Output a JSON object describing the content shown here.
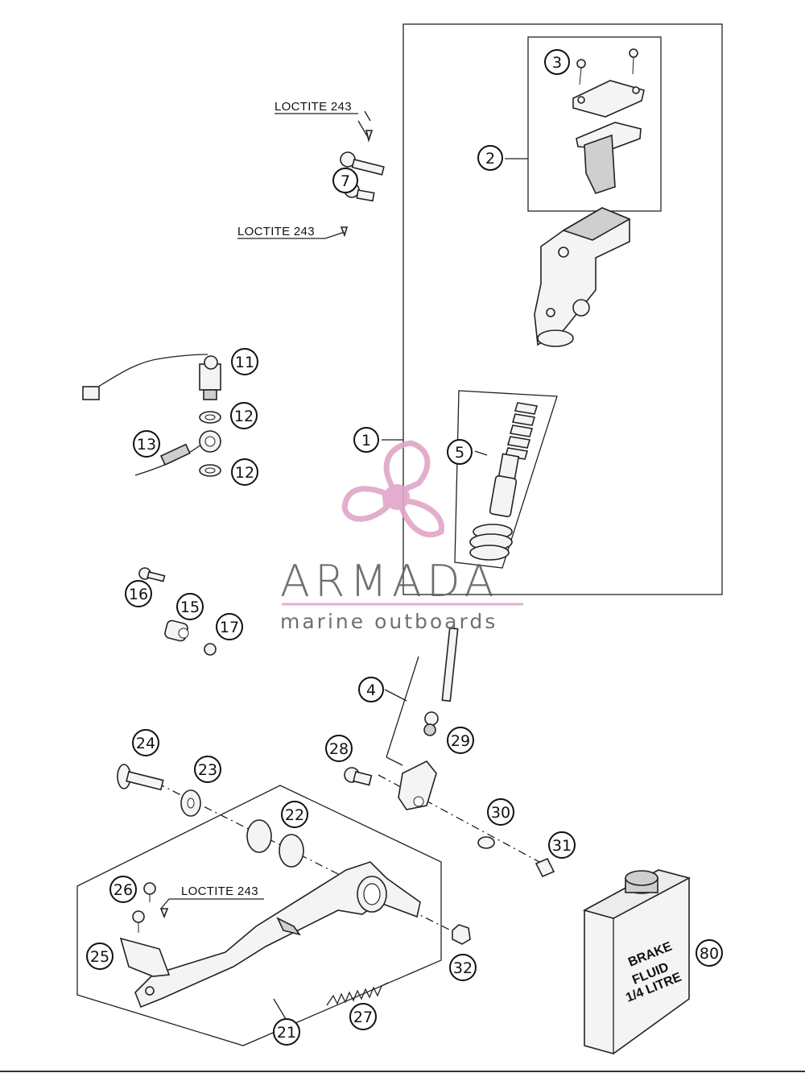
{
  "diagram": {
    "annotation_text": "LOCTITE 243",
    "callouts": [
      "1",
      "2",
      "3",
      "4",
      "5",
      "7",
      "11",
      "12",
      "12",
      "13",
      "15",
      "16",
      "17",
      "21",
      "22",
      "23",
      "24",
      "25",
      "26",
      "27",
      "28",
      "29",
      "30",
      "31",
      "32",
      "80"
    ],
    "bottle": {
      "line1": "BRAKE",
      "line2": "FLUID",
      "line3": "1/4 LITRE"
    }
  },
  "watermark": {
    "brand": "ARMADA",
    "tagline": "marine outboards",
    "logo_icon": "propeller-icon",
    "accent_color": "#e0a6c8"
  }
}
